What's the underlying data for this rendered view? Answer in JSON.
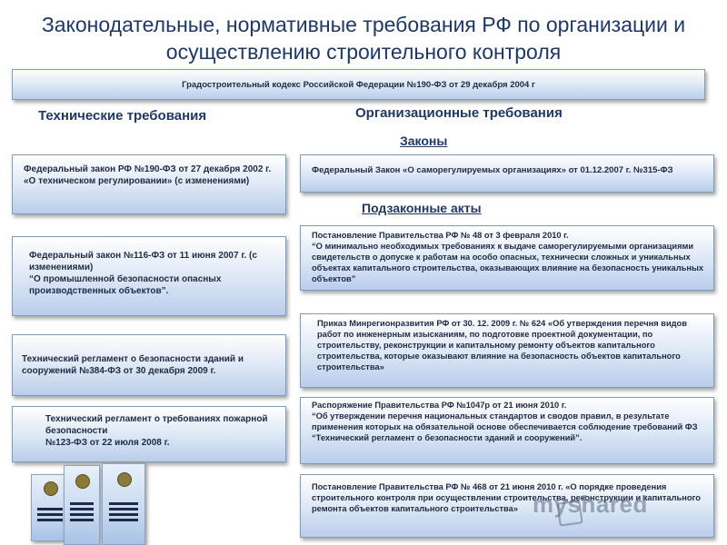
{
  "slide": {
    "title": "Законодательные, нормативные требования РФ по организации и осуществлению строительного контроля"
  },
  "banner": {
    "text": "Градостроительный кодекс Российской Федерации №190-ФЗ от 29 декабря 2004 г"
  },
  "headings": {
    "technical": "Технические требования",
    "organizational": "Организационные требования",
    "laws": "Законы",
    "bylaws": "Подзаконные акты"
  },
  "left_boxes": [
    "Федеральный закон РФ №190-ФЗ от 27 декабря 2002 г. «О техническом регулировании» (с изменениями)",
    "Федеральный закон №116-ФЗ от 11 июня 2007 г. (с изменениями)\n“О промышленной безопасности опасных производственных объектов”.",
    "Технический регламент о безопасности  зданий и сооружений  №384-ФЗ от 30 декабря 2009 г.",
    "Технический регламент о требованиях пожарной безопасности\n№123-ФЗ от 22 июля 2008 г."
  ],
  "right_boxes": [
    "Федеральный Закон «О саморегулируемых организациях» от 01.12.2007 г. №315-ФЗ",
    "Постановление Правительства РФ № 48 от 3 февраля 2010 г.\n“О минимально необходимых требованиях к выдаче саморегулируемыми организациями свидетельств о допуске к работам на особо опасных, технически сложных и уникальных объектах капитального строительства, оказывающих влияние на безопасность уникальных объектов”",
    "Приказ Минрегионразвития РФ от 30. 12. 2009 г. № 624 «Об утверждения перечня видов работ по инженерным изысканиям, по подготовке проектной документации, по строительству, реконструкции и капитальному ремонту объектов капитального строительства, которые оказывают влияние на безопасность объектов капитального строительства»",
    "Распоряжение Правительства РФ №1047р от 21 июня 2010 г.\n“Об утверждении перечня национальных стандартов и сводов правил, в результате применения которых на обязательной основе обеспечивается соблюдение требований ФЗ “Технический регламент о безопасности зданий и сооружений”.",
    "Постановление Правительства РФ  № 468 от 21 июня 2010 г. «О порядке проведения строительного контроля при осуществлении строительства, реконструкции и капитального ремонта объектов капитального строительства»"
  ],
  "watermark": {
    "text": "myshared"
  }
}
